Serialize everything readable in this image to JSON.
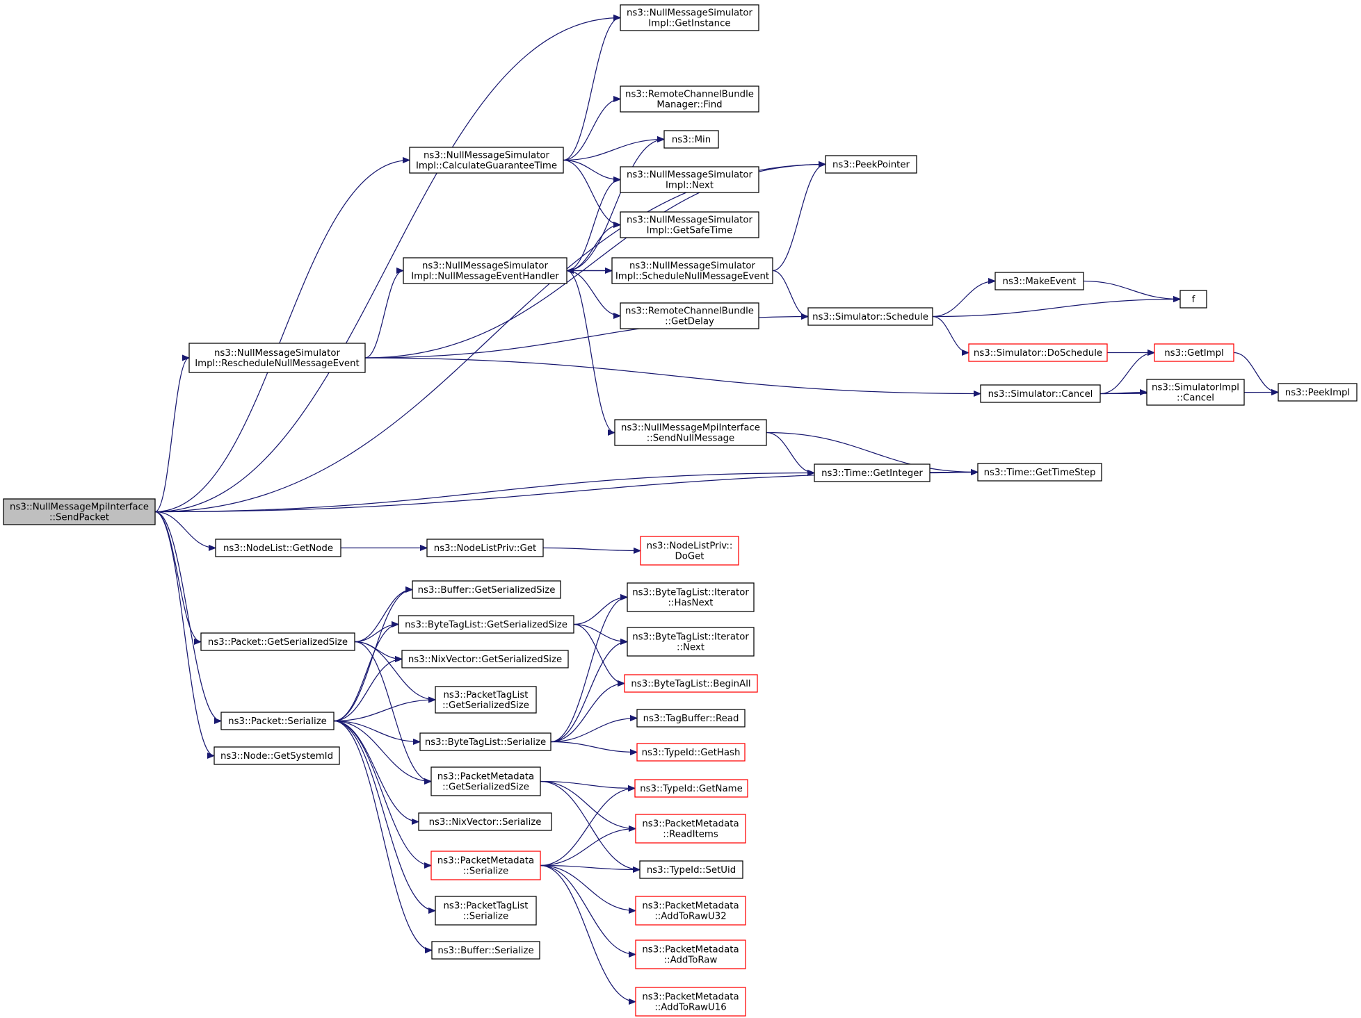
{
  "graph": {
    "edge_color": "#191970",
    "nodes": [
      {
        "id": "root",
        "lines": [
          "ns3::NullMessageMpiInterface",
          "::SendPacket"
        ],
        "style": "root"
      },
      {
        "id": "getInstance",
        "lines": [
          "ns3::NullMessageSimulator",
          "Impl::GetInstance"
        ],
        "style": "normal"
      },
      {
        "id": "rcbmFind",
        "lines": [
          "ns3::RemoteChannelBundle",
          "Manager::Find"
        ],
        "style": "normal"
      },
      {
        "id": "calcGuarantee",
        "lines": [
          "ns3::NullMessageSimulator",
          "Impl::CalculateGuaranteeTime"
        ],
        "style": "normal"
      },
      {
        "id": "min",
        "lines": [
          "ns3::Min"
        ],
        "style": "normal"
      },
      {
        "id": "next",
        "lines": [
          "ns3::NullMessageSimulator",
          "Impl::Next"
        ],
        "style": "normal"
      },
      {
        "id": "peekPointer",
        "lines": [
          "ns3::PeekPointer"
        ],
        "style": "normal"
      },
      {
        "id": "getSafeTime",
        "lines": [
          "ns3::NullMessageSimulator",
          "Impl::GetSafeTime"
        ],
        "style": "normal"
      },
      {
        "id": "nullMsgHandler",
        "lines": [
          "ns3::NullMessageSimulator",
          "Impl::NullMessageEventHandler"
        ],
        "style": "normal"
      },
      {
        "id": "scheduleNull",
        "lines": [
          "ns3::NullMessageSimulator",
          "Impl::ScheduleNullMessageEvent"
        ],
        "style": "normal"
      },
      {
        "id": "makeEvent",
        "lines": [
          "ns3::MakeEvent"
        ],
        "style": "normal"
      },
      {
        "id": "f",
        "lines": [
          "f"
        ],
        "style": "normal"
      },
      {
        "id": "getDelay",
        "lines": [
          "ns3::RemoteChannelBundle",
          "::GetDelay"
        ],
        "style": "normal"
      },
      {
        "id": "simSchedule",
        "lines": [
          "ns3::Simulator::Schedule"
        ],
        "style": "normal"
      },
      {
        "id": "reschedule",
        "lines": [
          "ns3::NullMessageSimulator",
          "Impl::RescheduleNullMessageEvent"
        ],
        "style": "normal"
      },
      {
        "id": "doSchedule",
        "lines": [
          "ns3::Simulator::DoSchedule"
        ],
        "style": "red"
      },
      {
        "id": "getImpl",
        "lines": [
          "ns3::GetImpl"
        ],
        "style": "red"
      },
      {
        "id": "simCancel",
        "lines": [
          "ns3::Simulator::Cancel"
        ],
        "style": "normal"
      },
      {
        "id": "simImplCancel",
        "lines": [
          "ns3::SimulatorImpl",
          "::Cancel"
        ],
        "style": "normal"
      },
      {
        "id": "peekImpl",
        "lines": [
          "ns3::PeekImpl"
        ],
        "style": "normal"
      },
      {
        "id": "sendNull",
        "lines": [
          "ns3::NullMessageMpiInterface",
          "::SendNullMessage"
        ],
        "style": "normal"
      },
      {
        "id": "getInteger",
        "lines": [
          "ns3::Time::GetInteger"
        ],
        "style": "normal"
      },
      {
        "id": "getTimeStep",
        "lines": [
          "ns3::Time::GetTimeStep"
        ],
        "style": "normal"
      },
      {
        "id": "getNode",
        "lines": [
          "ns3::NodeList::GetNode"
        ],
        "style": "normal"
      },
      {
        "id": "nlpGet",
        "lines": [
          "ns3::NodeListPriv::Get"
        ],
        "style": "normal"
      },
      {
        "id": "nlpDoGet",
        "lines": [
          "ns3::NodeListPriv::",
          "DoGet"
        ],
        "style": "red"
      },
      {
        "id": "bufGetSize",
        "lines": [
          "ns3::Buffer::GetSerializedSize"
        ],
        "style": "normal"
      },
      {
        "id": "btlIterHasNext",
        "lines": [
          "ns3::ByteTagList::Iterator",
          "::HasNext"
        ],
        "style": "normal"
      },
      {
        "id": "btlGetSize",
        "lines": [
          "ns3::ByteTagList::GetSerializedSize"
        ],
        "style": "normal"
      },
      {
        "id": "pktGetSize",
        "lines": [
          "ns3::Packet::GetSerializedSize"
        ],
        "style": "normal"
      },
      {
        "id": "btlIterNext",
        "lines": [
          "ns3::ByteTagList::Iterator",
          "::Next"
        ],
        "style": "normal"
      },
      {
        "id": "nixGetSize",
        "lines": [
          "ns3::NixVector::GetSerializedSize"
        ],
        "style": "normal"
      },
      {
        "id": "btlBeginAll",
        "lines": [
          "ns3::ByteTagList::BeginAll"
        ],
        "style": "red"
      },
      {
        "id": "ptlGetSize",
        "lines": [
          "ns3::PacketTagList",
          "::GetSerializedSize"
        ],
        "style": "normal"
      },
      {
        "id": "pktSerialize",
        "lines": [
          "ns3::Packet::Serialize"
        ],
        "style": "normal"
      },
      {
        "id": "tagBufRead",
        "lines": [
          "ns3::TagBuffer::Read"
        ],
        "style": "normal"
      },
      {
        "id": "btlSerialize",
        "lines": [
          "ns3::ByteTagList::Serialize"
        ],
        "style": "normal"
      },
      {
        "id": "typeIdGetHash",
        "lines": [
          "ns3::TypeId::GetHash"
        ],
        "style": "red"
      },
      {
        "id": "nodeGetSysId",
        "lines": [
          "ns3::Node::GetSystemId"
        ],
        "style": "normal"
      },
      {
        "id": "pmGetSize",
        "lines": [
          "ns3::PacketMetadata",
          "::GetSerializedSize"
        ],
        "style": "normal"
      },
      {
        "id": "typeIdGetName",
        "lines": [
          "ns3::TypeId::GetName"
        ],
        "style": "red"
      },
      {
        "id": "nixSerialize",
        "lines": [
          "ns3::NixVector::Serialize"
        ],
        "style": "normal"
      },
      {
        "id": "pmReadItems",
        "lines": [
          "ns3::PacketMetadata",
          "::ReadItems"
        ],
        "style": "red"
      },
      {
        "id": "pmSerialize",
        "lines": [
          "ns3::PacketMetadata",
          "::Serialize"
        ],
        "style": "red"
      },
      {
        "id": "typeIdSetUid",
        "lines": [
          "ns3::TypeId::SetUid"
        ],
        "style": "normal"
      },
      {
        "id": "pmAddU32",
        "lines": [
          "ns3::PacketMetadata",
          "::AddToRawU32"
        ],
        "style": "red"
      },
      {
        "id": "ptlSerialize",
        "lines": [
          "ns3::PacketTagList",
          "::Serialize"
        ],
        "style": "normal"
      },
      {
        "id": "bufSerialize",
        "lines": [
          "ns3::Buffer::Serialize"
        ],
        "style": "normal"
      },
      {
        "id": "pmAddRaw",
        "lines": [
          "ns3::PacketMetadata",
          "::AddToRaw"
        ],
        "style": "red"
      },
      {
        "id": "pmAddU16",
        "lines": [
          "ns3::PacketMetadata",
          "::AddToRawU16"
        ],
        "style": "red"
      }
    ],
    "edges": [
      [
        "root",
        "getInstance"
      ],
      [
        "root",
        "peekPointer"
      ],
      [
        "root",
        "calcGuarantee"
      ],
      [
        "root",
        "reschedule"
      ],
      [
        "root",
        "getInteger"
      ],
      [
        "root",
        "getTimeStep"
      ],
      [
        "root",
        "getNode"
      ],
      [
        "root",
        "pktGetSize"
      ],
      [
        "root",
        "pktSerialize"
      ],
      [
        "root",
        "nodeGetSysId"
      ],
      [
        "calcGuarantee",
        "getInstance"
      ],
      [
        "calcGuarantee",
        "rcbmFind"
      ],
      [
        "calcGuarantee",
        "min"
      ],
      [
        "calcGuarantee",
        "next"
      ],
      [
        "calcGuarantee",
        "getSafeTime"
      ],
      [
        "nullMsgHandler",
        "min"
      ],
      [
        "nullMsgHandler",
        "next"
      ],
      [
        "nullMsgHandler",
        "getSafeTime"
      ],
      [
        "nullMsgHandler",
        "scheduleNull"
      ],
      [
        "nullMsgHandler",
        "getDelay"
      ],
      [
        "nullMsgHandler",
        "sendNull"
      ],
      [
        "scheduleNull",
        "nullMsgHandler"
      ],
      [
        "scheduleNull",
        "peekPointer"
      ],
      [
        "scheduleNull",
        "simSchedule"
      ],
      [
        "reschedule",
        "peekPointer"
      ],
      [
        "reschedule",
        "nullMsgHandler"
      ],
      [
        "reschedule",
        "simSchedule"
      ],
      [
        "reschedule",
        "simCancel"
      ],
      [
        "simSchedule",
        "makeEvent"
      ],
      [
        "simSchedule",
        "f"
      ],
      [
        "simSchedule",
        "doSchedule"
      ],
      [
        "makeEvent",
        "f"
      ],
      [
        "doSchedule",
        "getImpl"
      ],
      [
        "getImpl",
        "peekImpl"
      ],
      [
        "simCancel",
        "getImpl"
      ],
      [
        "simCancel",
        "simImplCancel"
      ],
      [
        "simCancel",
        "peekImpl"
      ],
      [
        "sendNull",
        "getInteger"
      ],
      [
        "sendNull",
        "getTimeStep"
      ],
      [
        "getInteger",
        "getTimeStep"
      ],
      [
        "getNode",
        "nlpGet"
      ],
      [
        "nlpGet",
        "nlpDoGet"
      ],
      [
        "pktGetSize",
        "bufGetSize"
      ],
      [
        "pktGetSize",
        "btlGetSize"
      ],
      [
        "pktGetSize",
        "nixGetSize"
      ],
      [
        "pktGetSize",
        "ptlGetSize"
      ],
      [
        "pktGetSize",
        "pmGetSize"
      ],
      [
        "btlGetSize",
        "btlIterHasNext"
      ],
      [
        "btlGetSize",
        "btlIterNext"
      ],
      [
        "btlGetSize",
        "btlBeginAll"
      ],
      [
        "pktSerialize",
        "bufGetSize"
      ],
      [
        "pktSerialize",
        "btlGetSize"
      ],
      [
        "pktSerialize",
        "nixGetSize"
      ],
      [
        "pktSerialize",
        "ptlGetSize"
      ],
      [
        "pktSerialize",
        "btlSerialize"
      ],
      [
        "pktSerialize",
        "pmGetSize"
      ],
      [
        "pktSerialize",
        "nixSerialize"
      ],
      [
        "pktSerialize",
        "pmSerialize"
      ],
      [
        "pktSerialize",
        "ptlSerialize"
      ],
      [
        "pktSerialize",
        "bufSerialize"
      ],
      [
        "btlSerialize",
        "btlIterHasNext"
      ],
      [
        "btlSerialize",
        "btlIterNext"
      ],
      [
        "btlSerialize",
        "btlBeginAll"
      ],
      [
        "btlSerialize",
        "tagBufRead"
      ],
      [
        "btlSerialize",
        "typeIdGetHash"
      ],
      [
        "pmGetSize",
        "typeIdGetName"
      ],
      [
        "pmGetSize",
        "pmReadItems"
      ],
      [
        "pmGetSize",
        "typeIdSetUid"
      ],
      [
        "pmSerialize",
        "typeIdGetName"
      ],
      [
        "pmSerialize",
        "pmReadItems"
      ],
      [
        "pmSerialize",
        "typeIdSetUid"
      ],
      [
        "pmSerialize",
        "pmAddU32"
      ],
      [
        "pmSerialize",
        "pmAddRaw"
      ],
      [
        "pmSerialize",
        "pmAddU16"
      ]
    ]
  }
}
